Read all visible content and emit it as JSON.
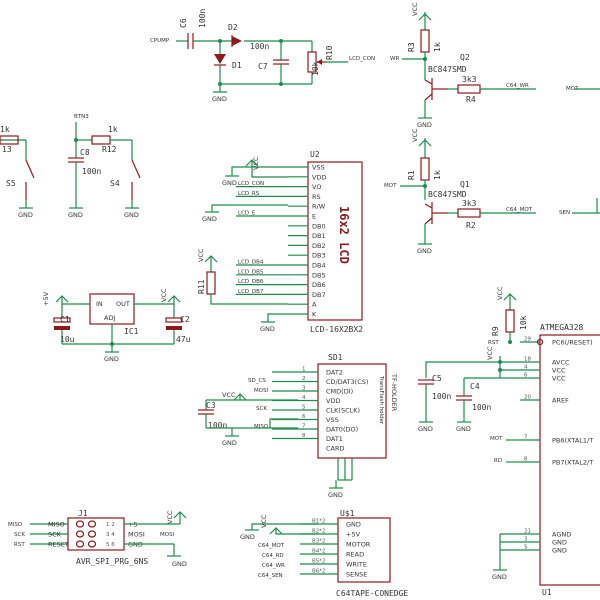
{
  "capacitors": {
    "c6": {
      "ref": "C6",
      "value": "100n",
      "net": "CPUMP"
    },
    "c7": {
      "ref": "C7",
      "value": "100n"
    },
    "c8": {
      "ref": "C8",
      "value": "100n",
      "net": "BTN3"
    },
    "c1": {
      "ref": "C1",
      "value": "10u"
    },
    "c2": {
      "ref": "C2",
      "value": "47u"
    },
    "c3": {
      "ref": "C3",
      "value": "100n"
    },
    "c5": {
      "ref": "C5",
      "value": "100n"
    },
    "c4": {
      "ref": "C4",
      "value": "100n"
    }
  },
  "diodes": {
    "d2": "D2",
    "d1": "D1"
  },
  "potentiometer": {
    "ref": "R10",
    "value": "10k",
    "net": "LCD_CON"
  },
  "resistors": {
    "r3": {
      "ref": "R3",
      "value": "1k",
      "net": "WR"
    },
    "r4": {
      "ref": "R4",
      "value": "3k3",
      "net": "C64_WR"
    },
    "r1": {
      "ref": "R1",
      "value": "1k",
      "net": "MOT"
    },
    "r2": {
      "ref": "R2",
      "value": "3k3",
      "net": "C64_MOT"
    },
    "r13": {
      "ref": "13",
      "value": "1k"
    },
    "r12": {
      "ref": "R12",
      "value": "1k"
    },
    "r11": {
      "ref": "R11"
    },
    "r9": {
      "ref": "R9",
      "value": "10k",
      "net": "RST"
    }
  },
  "transistors": {
    "q2": {
      "ref": "Q2",
      "part": "BC847SMD"
    },
    "q1": {
      "ref": "Q1",
      "part": "BC847SMD"
    }
  },
  "switches": {
    "s5": "S5",
    "s4": "S4"
  },
  "regulator": {
    "ref": "IC1",
    "in": "IN",
    "out": "OUT",
    "adj": "ADJ",
    "supply": "+5V"
  },
  "lcd": {
    "ref": "U2",
    "title": "16x2 LCD",
    "part": "LCD-16X2BX2",
    "pins": [
      "VSS",
      "VDD",
      "VO",
      "RS",
      "R/W",
      "E",
      "DB0",
      "DB1",
      "DB2",
      "DB3",
      "DB4",
      "DB5",
      "DB6",
      "DB7",
      "A",
      "K"
    ],
    "nets": [
      "LCD_CON",
      "LCD_RS",
      "LCD_E",
      "LCD_DB4",
      "LCD_DB5",
      "LCD_DB6",
      "LCD_DB7"
    ]
  },
  "sd": {
    "ref": "SD1",
    "pins": [
      "DAT2",
      "CD/DAT3(CS)",
      "CMD(DI)",
      "VDD",
      "CLK(SCLK)",
      "VSS",
      "DAT0(DO)",
      "DAT1",
      "CARD"
    ],
    "pin_numbers": [
      "1",
      "2",
      "3",
      "4",
      "5",
      "6",
      "7",
      "8"
    ],
    "part": "TF-HOLDER",
    "sub": "TransFlash holder",
    "nets": [
      "SD_CS",
      "MOSI",
      "SCK",
      "MISO"
    ]
  },
  "mcu": {
    "ref": "U1",
    "part": "ATMEGA328",
    "pins": [
      "PC6(/RESET)",
      "AVCC",
      "VCC",
      "VCC",
      "AREF",
      "PB6(XTAL1/T",
      "PB7(XTAL2/T",
      "AGND",
      "GND",
      "GND"
    ],
    "pin_numbers": [
      "29",
      "18",
      "4",
      "6",
      "20",
      "7",
      "8",
      "21",
      "3",
      "5"
    ],
    "nets": [
      "RST",
      "MOT",
      "RD",
      "RD",
      "SEN"
    ]
  },
  "spi": {
    "ref": "J1",
    "part": "AVR_SPI_PRG_6NS",
    "left": [
      "MISO",
      "SCK",
      "RESET"
    ],
    "right": [
      "+5",
      "MOSI",
      "GND"
    ],
    "nums": [
      "1",
      "2",
      "3",
      "4",
      "5",
      "6"
    ],
    "nets": [
      "MISO",
      "SCK",
      "RST",
      "MOSI"
    ]
  },
  "tape": {
    "ref": "U$1",
    "part": "C64TAPE-CONEDGE",
    "pins": [
      "GND",
      "+5V",
      "MOTOR",
      "READ",
      "WRITE",
      "SENSE"
    ],
    "pin_ids": [
      "B1*2",
      "B2*2",
      "B3*2",
      "B4*2",
      "B5*2",
      "B6*2"
    ],
    "nets": [
      "C64_MOT",
      "C64_RD",
      "C64_WR",
      "C64_SEN"
    ]
  },
  "power": {
    "vcc": "VCC",
    "gnd": "GND"
  }
}
